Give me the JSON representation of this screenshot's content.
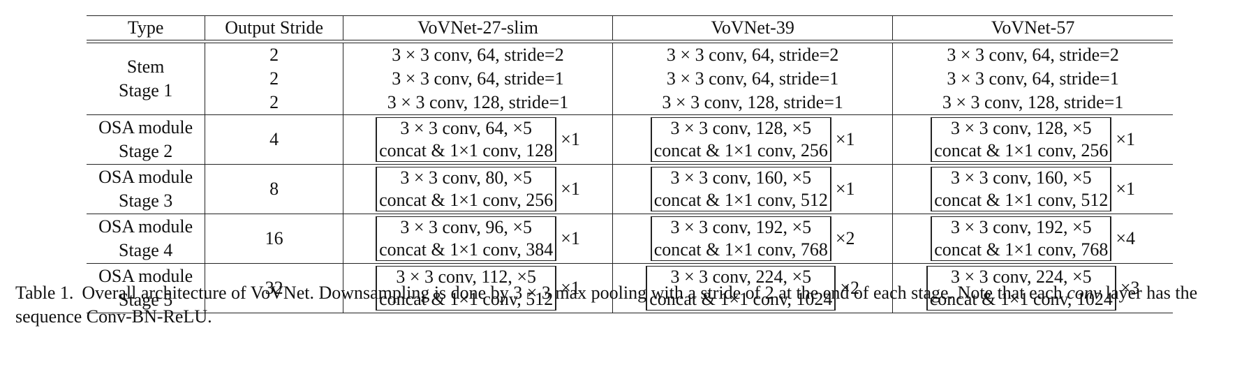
{
  "table": {
    "columns": [
      "Type",
      "Output Stride",
      "VoVNet-27-slim",
      "VoVNet-39",
      "VoVNet-57"
    ],
    "stem_type": [
      "Stem",
      "Stage 1"
    ],
    "stem_rows": [
      {
        "stride": "2",
        "cells": [
          "3 × 3 conv, 64, stride=2",
          "3 × 3 conv, 64, stride=2",
          "3 × 3 conv, 64, stride=2"
        ]
      },
      {
        "stride": "2",
        "cells": [
          "3 × 3 conv, 64, stride=1",
          "3 × 3 conv, 64, stride=1",
          "3 × 3 conv, 64, stride=1"
        ]
      },
      {
        "stride": "2",
        "cells": [
          "3 × 3 conv, 128, stride=1",
          "3 × 3 conv, 128, stride=1",
          "3 × 3 conv, 128, stride=1"
        ]
      }
    ],
    "osa_rows": [
      {
        "type": [
          "OSA module",
          "Stage 2"
        ],
        "stride": "4",
        "cells": [
          {
            "l1": "3 × 3 conv, 64, ×5",
            "l2": "concat & 1×1 conv, 128",
            "mult": "×1"
          },
          {
            "l1": "3 × 3 conv, 128, ×5",
            "l2": "concat & 1×1 conv, 256",
            "mult": "×1"
          },
          {
            "l1": "3 × 3 conv, 128, ×5",
            "l2": "concat & 1×1 conv, 256",
            "mult": "×1"
          }
        ]
      },
      {
        "type": [
          "OSA module",
          "Stage 3"
        ],
        "stride": "8",
        "cells": [
          {
            "l1": "3 × 3 conv, 80, ×5",
            "l2": "concat & 1×1 conv, 256",
            "mult": "×1"
          },
          {
            "l1": "3 × 3 conv, 160, ×5",
            "l2": "concat & 1×1 conv, 512",
            "mult": "×1"
          },
          {
            "l1": "3 × 3 conv, 160, ×5",
            "l2": "concat & 1×1 conv, 512",
            "mult": "×1"
          }
        ]
      },
      {
        "type": [
          "OSA module",
          "Stage 4"
        ],
        "stride": "16",
        "cells": [
          {
            "l1": "3 × 3 conv, 96, ×5",
            "l2": "concat & 1×1 conv, 384",
            "mult": "×1"
          },
          {
            "l1": "3 × 3 conv, 192, ×5",
            "l2": "concat & 1×1 conv, 768",
            "mult": "×2"
          },
          {
            "l1": "3 × 3 conv, 192, ×5",
            "l2": "concat & 1×1 conv, 768",
            "mult": "×4"
          }
        ]
      },
      {
        "type": [
          "OSA module",
          "Stage 5"
        ],
        "stride": "32",
        "cells": [
          {
            "l1": "3 × 3 conv, 112, ×5",
            "l2": "concat & 1×1 conv, 512",
            "mult": "×1"
          },
          {
            "l1": "3 × 3 conv, 224, ×5",
            "l2": "concat & 1×1 conv, 1024",
            "mult": "×2"
          },
          {
            "l1": "3 × 3 conv, 224, ×5",
            "l2": "concat & 1×1 conv, 1024",
            "mult": "×3"
          }
        ]
      }
    ]
  },
  "caption": {
    "label": "Table 1.",
    "text1": "Overall architecture of VoVNet. Downsampling is done by 3 × 3 max pooling with a stride of 2 at the end of each stage. Note that each ",
    "italic": "conv",
    "text2": " layer has the sequence Conv-BN-ReLU."
  }
}
